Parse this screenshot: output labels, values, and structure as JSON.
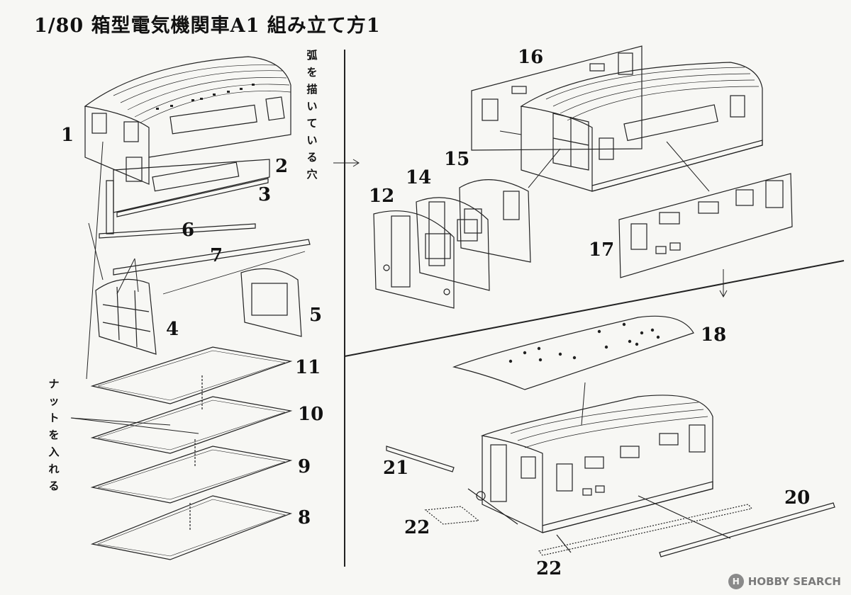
{
  "title": "1/80 箱型電気機関車A1 組み立て方1",
  "notes": {
    "hole_note": "弧を描いている穴",
    "nut_note": "ナットを入れる"
  },
  "part_labels": {
    "p1": "1",
    "p2": "2",
    "p3": "3",
    "p4": "4",
    "p5": "5",
    "p6": "6",
    "p7": "7",
    "p8": "8",
    "p9": "9",
    "p10": "10",
    "p11": "11",
    "p12": "12",
    "p14": "14",
    "p15": "15",
    "p16": "16",
    "p17": "17",
    "p18": "18",
    "p20": "20",
    "p21": "21",
    "p22a": "22",
    "p22b": "22"
  },
  "watermark": {
    "logo": "H",
    "text": "HOBBY SEARCH"
  }
}
